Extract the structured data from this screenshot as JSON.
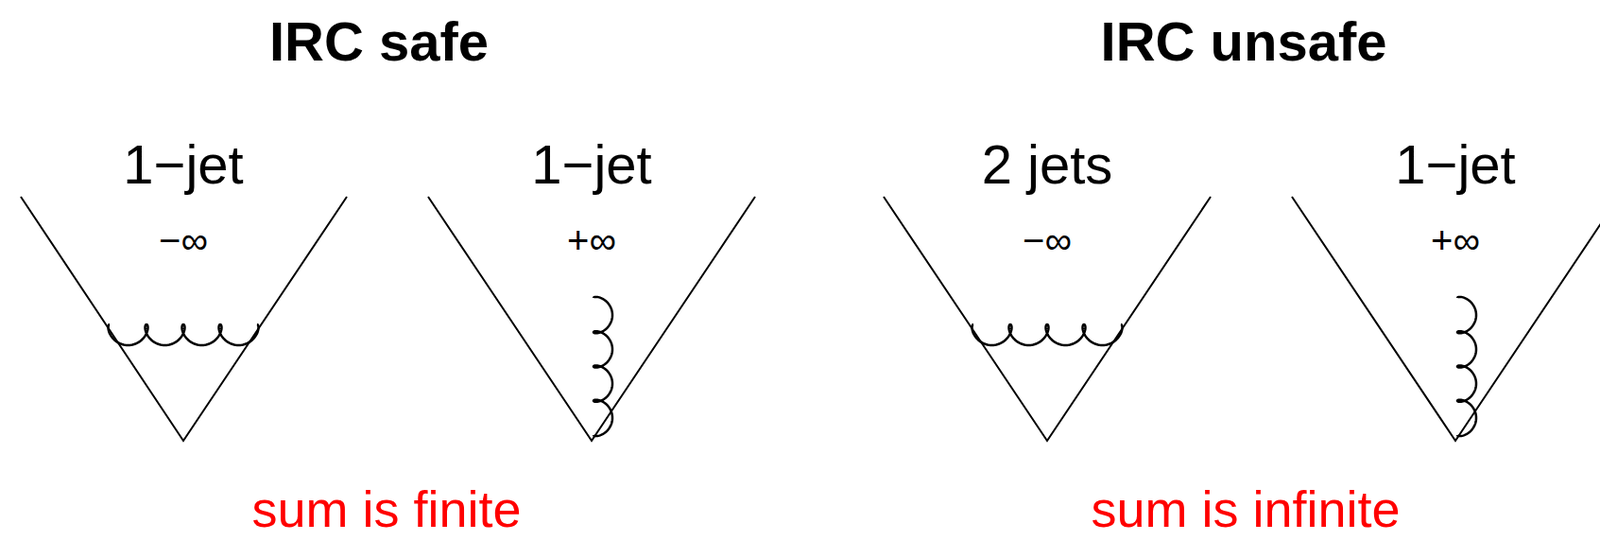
{
  "diagram": {
    "labels": [
      "IRC safe",
      "IRC unsafe",
      "1−jet",
      "−∞",
      "1−jet",
      "+∞",
      "2 jets",
      "−∞",
      "1−jet",
      "+∞",
      "sum is finite",
      "sum is infinite"
    ]
  }
}
